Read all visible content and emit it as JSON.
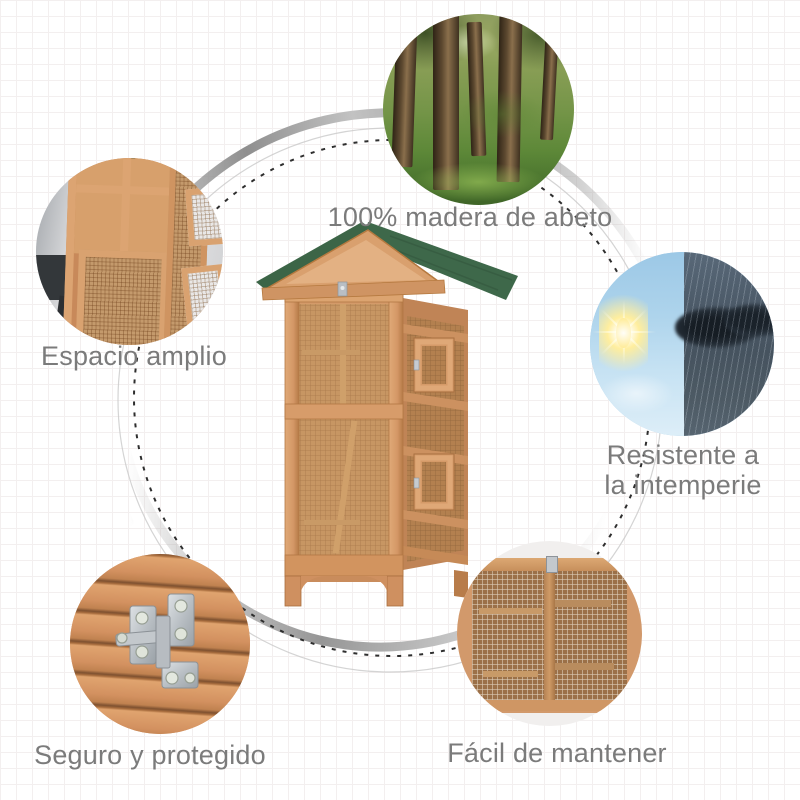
{
  "infographic": {
    "type": "product-feature-infographic",
    "language": "es"
  },
  "features": {
    "wood": {
      "label": "100% madera de abeto",
      "photo": "forest-trees-photo"
    },
    "space": {
      "label": "Espacio amplio",
      "photo": "aviary-interior-open-doors-photo"
    },
    "weather": {
      "label": "Resistente a\nla intemperie",
      "photo": "sun-and-rain-split-photo"
    },
    "secure": {
      "label": "Seguro y protegido",
      "photo": "metal-latch-on-wood-photo"
    },
    "maintain": {
      "label": "Fácil de mantener",
      "photo": "wire-mesh-front-photo"
    }
  },
  "product_illustration": "wooden-aviary-with-green-roof",
  "colors": {
    "label_text": "#7b7b7b",
    "wood_light": "#d79d6c",
    "wood_dark": "#b57a47",
    "roof_green": "#3d6748",
    "mesh_tan": "#c79663",
    "sky_blue": "#aed4ec",
    "rain_slate": "#46535f",
    "metal_silver": "#c9ced3",
    "ring_gray": "#9c9c9c",
    "dashed_ring": "#2e2e2e",
    "grid_line": "#f3efef"
  }
}
